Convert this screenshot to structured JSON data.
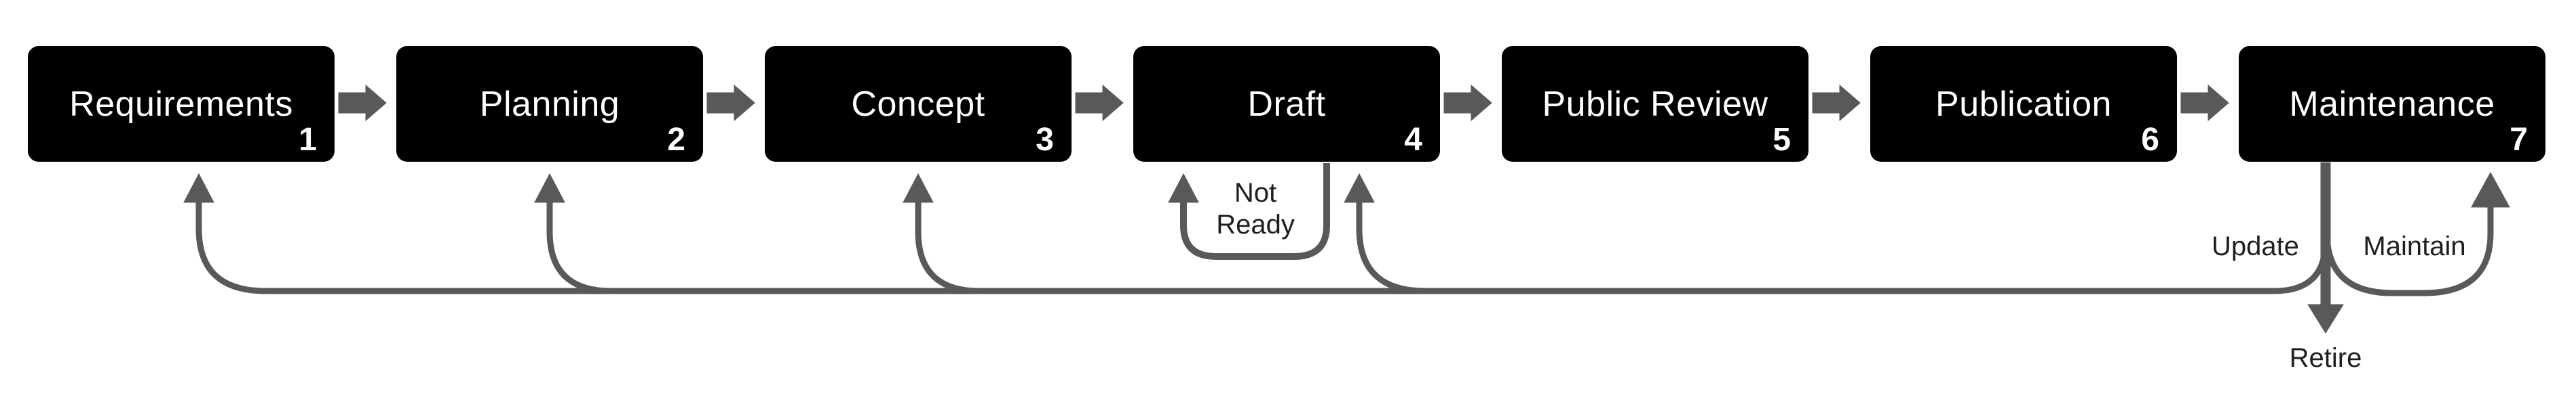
{
  "diagram": {
    "type": "process-flow",
    "stages": [
      {
        "label": "Requirements",
        "number": "1"
      },
      {
        "label": "Planning",
        "number": "2"
      },
      {
        "label": "Concept",
        "number": "3"
      },
      {
        "label": "Draft",
        "number": "4"
      },
      {
        "label": "Public Review",
        "number": "5"
      },
      {
        "label": "Publication",
        "number": "6"
      },
      {
        "label": "Maintenance",
        "number": "7"
      }
    ],
    "edge_labels": {
      "not_ready": "Not Ready",
      "update": "Update",
      "maintain": "Maintain",
      "retire": "Retire"
    },
    "colors": {
      "background": "#ffffff",
      "box_fill": "#000000",
      "box_text": "#ffffff",
      "connector": "#595959",
      "label_text": "#1f1f1f"
    }
  }
}
